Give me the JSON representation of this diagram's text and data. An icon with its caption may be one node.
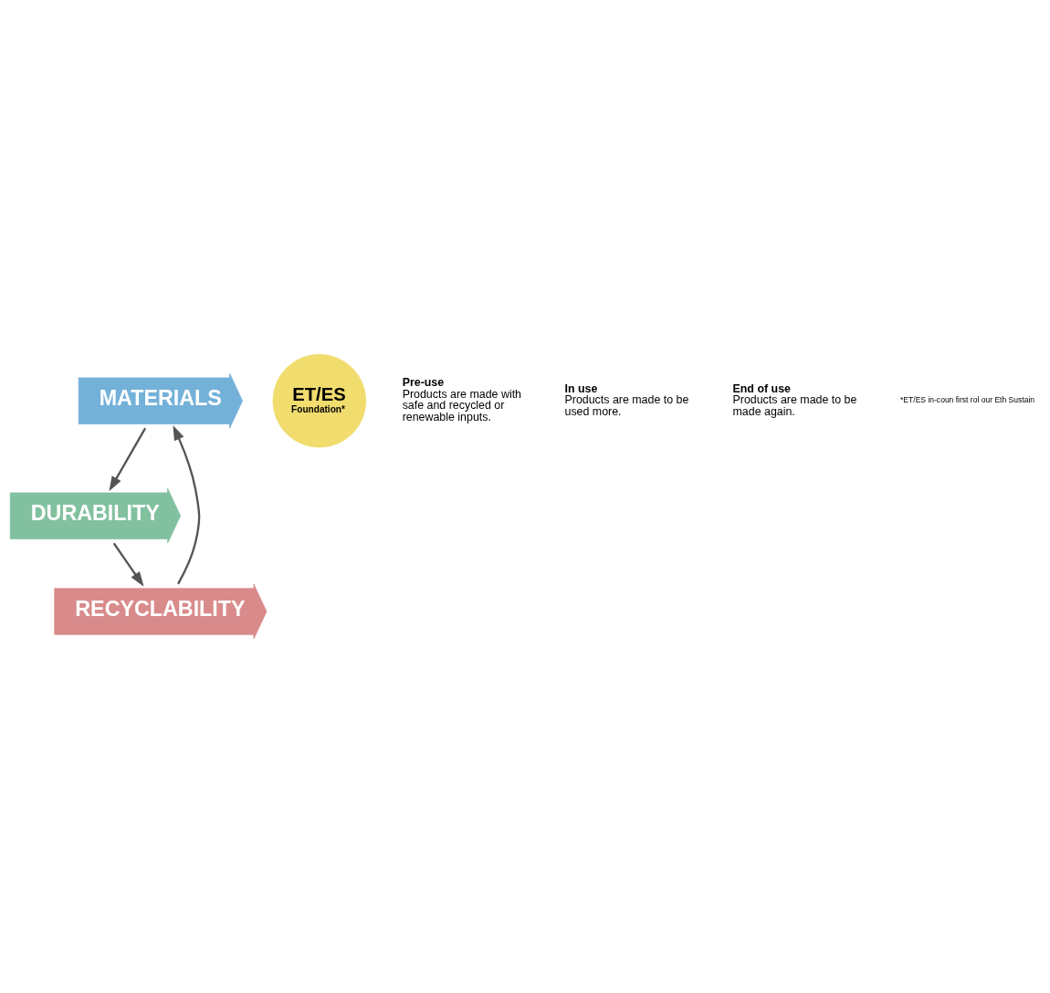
{
  "diagram": {
    "nodes": [
      {
        "text": [
          "MATERIALS"
        ]
      },
      {
        "text": [
          "DURABILITY"
        ]
      },
      {
        "text": [
          "RECYCLABILITY"
        ]
      },
      {
        "text": [
          "ET/ES",
          "Foundation*"
        ]
      },
      {
        "text": [
          "Pre-use",
          "Products are made with safe and recycled or renewable inputs."
        ]
      },
      {
        "text": [
          "In use",
          "Products are made to be used more."
        ]
      },
      {
        "text": [
          "End of use",
          "Products are made to be made again."
        ]
      }
    ],
    "edges": [
      {
        "from": 2,
        "to": 0,
        "arrow": "to"
      },
      {
        "from": 0,
        "to": 1,
        "arrow": "to"
      },
      {
        "from": 1,
        "to": 2,
        "arrow": "to"
      }
    ],
    "labels": [
      "*ET/ES in-coun first rol our Eth Sustain"
    ]
  }
}
